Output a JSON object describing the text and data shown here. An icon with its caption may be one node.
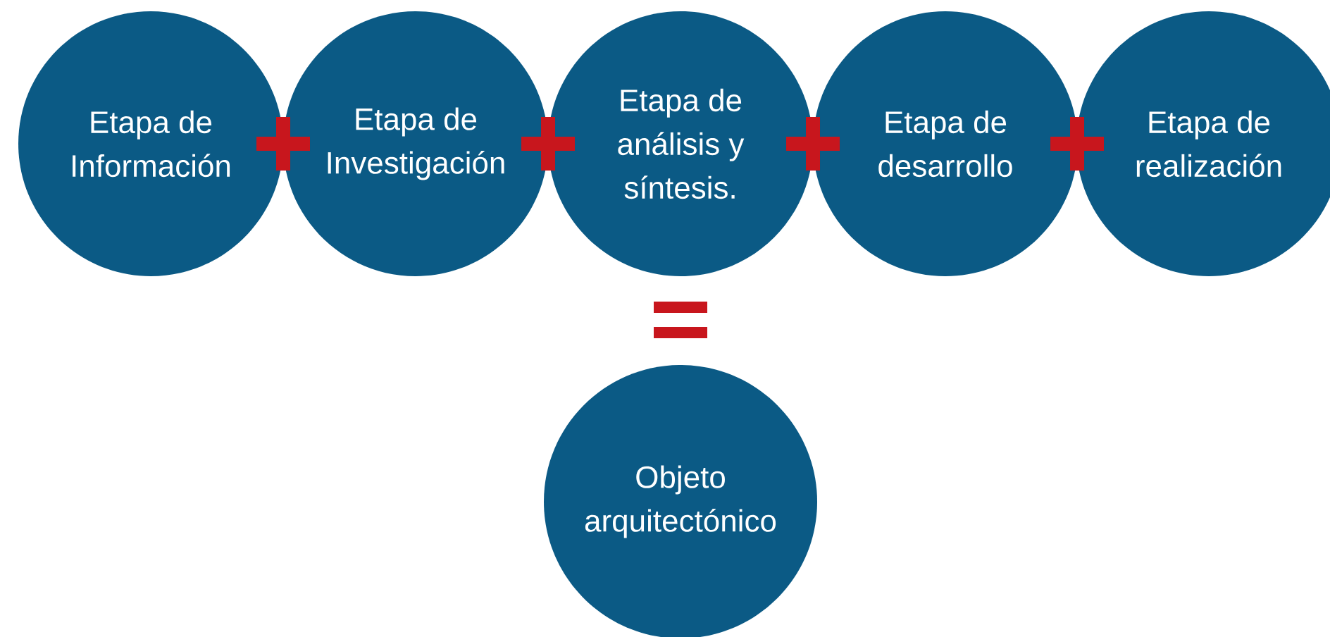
{
  "diagram": {
    "nodes": [
      {
        "text": [
          "Etapa de Información"
        ]
      },
      {
        "text": [
          "Etapa de Investigación"
        ]
      },
      {
        "text": [
          "Etapa de análisis y síntesis."
        ]
      },
      {
        "text": [
          "Etapa de desarrollo"
        ]
      },
      {
        "text": [
          "Etapa de realización"
        ]
      },
      {
        "text": [
          "Objeto arquitectónico"
        ]
      }
    ]
  }
}
